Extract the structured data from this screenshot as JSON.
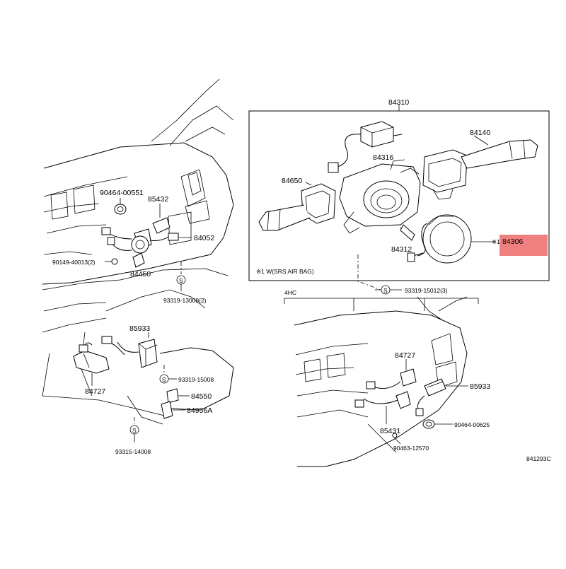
{
  "diagram": {
    "frame_label": "84310",
    "parts": {
      "p84140": "84140",
      "p84316": "84316",
      "p84650": "84650",
      "p84312": "84312",
      "p84306_prefix": "※1",
      "p84306": "84306",
      "p90464_00551": "90464-00551",
      "p85432": "85432",
      "p84052": "84052",
      "p90149": "90149-40013(2)",
      "p84450": "84450",
      "p93319_13008": "93319-13008(2)",
      "p93319_15012": "93319-15012(3)",
      "p85933_left": "85933",
      "p84727_left": "84727",
      "p93319_15008": "93319-15008",
      "p84550": "84550",
      "p84956A": "84956A",
      "p93315_14008": "93315-14008",
      "p4hc": "4HC",
      "p84727_right": "84727",
      "p85933_right": "85933",
      "p85431": "85431",
      "p90464_00625": "90464-00625",
      "p90463_12570": "90463-12570"
    },
    "note": "※1 W(SRS AIR BAG)",
    "screw_symbol": "S",
    "figure_code": "841293C",
    "highlight_color": "#f08080"
  }
}
